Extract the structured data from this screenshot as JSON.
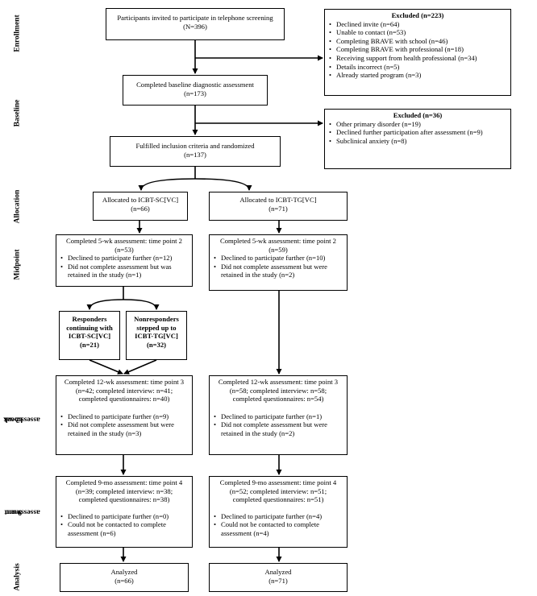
{
  "stages": {
    "enrollment": "Enrollment",
    "baseline": "Baseline",
    "allocation": "Allocation",
    "midpoint": "Midpoint",
    "wk12_line1": "12-wk",
    "wk12_line2": "assessment",
    "mo9_line1": "9-mo",
    "mo9_line2": "assessment",
    "analysis": "Analysis"
  },
  "invited": {
    "line1": "Participants invited to participate in telephone screening",
    "line2": "(N=396)"
  },
  "excluded1": {
    "title": "Excluded (n=223)",
    "items": [
      "Declined invite (n=64)",
      "Unable to contact (n=53)",
      "Completing BRAVE with school (n=46)",
      "Completing BRAVE with professional (n=18)",
      "Receiving support from health professional (n=34)",
      "Details incorrect (n=5)",
      "Already started program (n=3)"
    ]
  },
  "baseline": {
    "line1": "Completed baseline diagnostic assessment",
    "line2": "(n=173)"
  },
  "excluded2": {
    "title": "Excluded (n=36)",
    "items": [
      "Other primary disorder (n=19)",
      "Declined further participation after assessment (n=9)",
      "Subclinical anxiety (n=8)"
    ]
  },
  "randomized": {
    "line1": "Fulfilled inclusion criteria and randomized",
    "line2": "(n=137)"
  },
  "alloc_sc": {
    "line1": "Allocated to ICBT-SC[VC]",
    "line2": "(n=66)"
  },
  "alloc_tg": {
    "line1": "Allocated to ICBT-TG[VC]",
    "line2": "(n=71)"
  },
  "mid_sc": {
    "line1": "Completed 5-wk assessment: time point 2",
    "line2": "(n=53)",
    "items": [
      "Declined to participate further (n=12)",
      "Did not complete assessment but was retained in the study (n=1)"
    ]
  },
  "mid_tg": {
    "line1": "Completed 5-wk assessment: time point 2",
    "line2": "(n=59)",
    "items": [
      "Declined to participate further (n=10)",
      "Did not complete assessment but were retained in the study (n=2)"
    ]
  },
  "responders": {
    "l1": "Responders",
    "l2": "continuing with",
    "l3": "ICBT-SC[VC]",
    "l4": "(n=21)"
  },
  "nonresponders": {
    "l1": "Nonresponders",
    "l2": "stepped up to",
    "l3": "ICBT-TG[VC]",
    "l4": "(n=32)"
  },
  "wk12_sc": {
    "line1": "Completed 12-wk assessment: time point 3",
    "line2": "(n=42; completed interview: n=41;",
    "line3": "completed questionnaires: n=40)",
    "items": [
      "Declined to participate further (n=9)",
      "Did not complete assessment but were retained in the study (n=3)"
    ]
  },
  "wk12_tg": {
    "line1": "Completed 12-wk assessment: time point 3",
    "line2": "(n=58; completed interview: n=58;",
    "line3": "completed questionnaires: n=54)",
    "items": [
      "Declined to participate further (n=1)",
      "Did not complete assessment but were retained in the study (n=2)"
    ]
  },
  "mo9_sc": {
    "line1": "Completed 9-mo assessment: time point 4",
    "line2": "(n=39; completed interview: n=38;",
    "line3": "completed questionnaires: n=38)",
    "items": [
      "Declined to participate further (n=0)",
      "Could not be contacted to complete assessment (n=6)"
    ]
  },
  "mo9_tg": {
    "line1": "Completed 9-mo assessment: time point 4",
    "line2": "(n=52; completed interview: n=51;",
    "line3": "completed questionnaires: n=51)",
    "items": [
      "Declined to participate further (n=4)",
      "Could not be contacted to complete assessment (n=4)"
    ]
  },
  "analyzed_sc": {
    "line1": "Analyzed",
    "line2": "(n=66)"
  },
  "analyzed_tg": {
    "line1": "Analyzed",
    "line2": "(n=71)"
  }
}
